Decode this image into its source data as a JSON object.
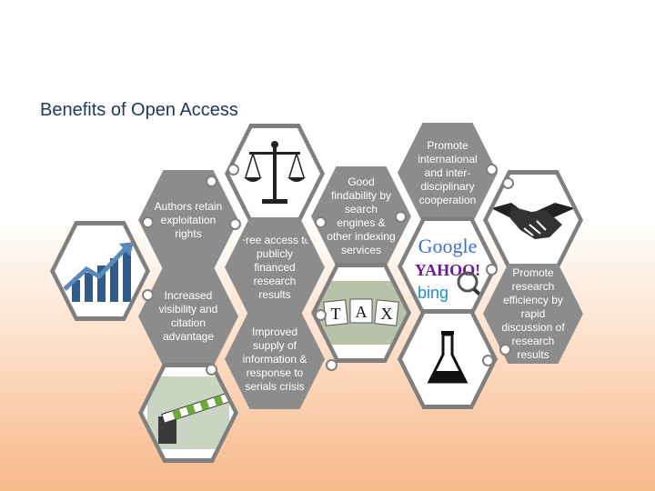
{
  "slide": {
    "title": "Benefits of Open Access",
    "benefits": [
      "Authors retain exploitation rights",
      "Increased visibility and citation advantage",
      "Free access to publicly financed research results",
      "Improved supply of information & response to serials crisis",
      "Good findability by search engines & other indexing services",
      "Promote international and inter-disciplinary cooperation",
      "Promote research efficiency by rapid discussion of research results"
    ],
    "images": {
      "tax_letters": [
        "T",
        "A",
        "X"
      ],
      "search_logos": [
        "Google",
        "YAHOO!",
        "bing"
      ]
    }
  },
  "colors": {
    "hex_fill": "#8c8c8c",
    "hex_border": "#7f7f7f",
    "title": "#1f3864"
  },
  "icons": [
    "scales-of-justice-icon",
    "growth-chart-icon",
    "gate-barrier-icon",
    "handshake-icon",
    "lab-flask-icon"
  ]
}
